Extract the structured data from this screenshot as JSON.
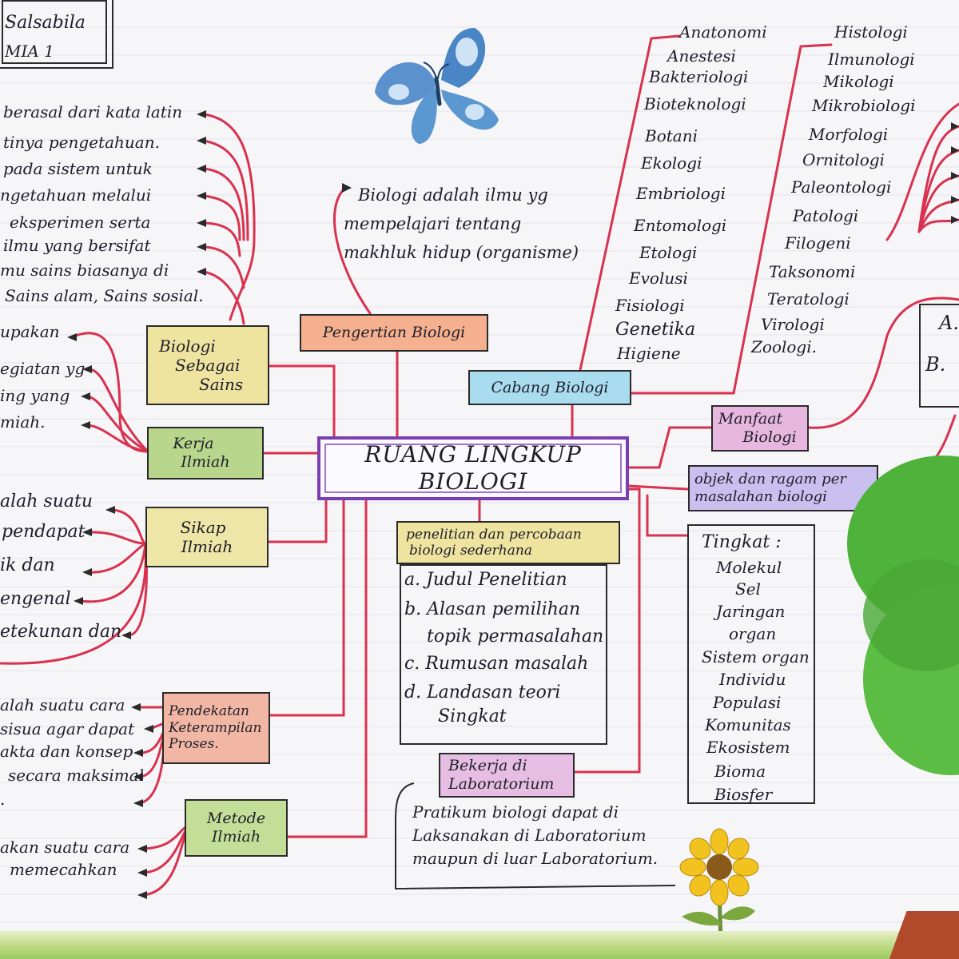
{
  "student": {
    "name": "Salsabila",
    "class": "MIA 1"
  },
  "central_title": "RUANG LINGKUP BIOLOGI",
  "pengertian": {
    "title": "Pengertian Biologi",
    "lines": [
      "Biologi adalah ilmu yg",
      "mempelajari tentang",
      "makhluk hidup (organisme)"
    ]
  },
  "cabang": {
    "title": "Cabang Biologi",
    "column_1": [
      "Anatonomi",
      "Anestesi",
      "Bakteriologi",
      "Bioteknologi",
      "Botani",
      "Ekologi",
      "Embriologi",
      "Entomologi",
      "Etologi",
      "Evolusi",
      "Fisiologi",
      "Genetika",
      "Higiene"
    ],
    "column_2": [
      "Histologi",
      "Ilmunologi",
      "Mikologi",
      "Mikrobiologi",
      "Morfologi",
      "Ornitologi",
      "Paleontologi",
      "Patologi",
      "Filogeni",
      "Taksonomi",
      "Teratologi",
      "Virologi",
      "Zoologi."
    ]
  },
  "sains": {
    "title": [
      "Biologi",
      "Sebagai",
      "Sains"
    ],
    "lines": [
      "berasal dari kata latin",
      "tinya pengetahuan.",
      "pada sistem untuk",
      "ngetahuan melalui",
      "eksperimen serta",
      "ilmu yang bersifat",
      "mu sains biasanya di",
      "Sains alam, Sains sosial."
    ]
  },
  "kerja": {
    "title": [
      "Kerja",
      "Ilmiah"
    ],
    "lines": [
      "upakan",
      "egiatan yg",
      "ing yang",
      "miah."
    ]
  },
  "sikap": {
    "title": [
      "Sikap",
      "Ilmiah"
    ],
    "lines": [
      "alah suatu",
      "pendapat",
      "ik dan",
      "engenal",
      "etekunan dan"
    ]
  },
  "pendekatan": {
    "title": [
      "Pendekatan",
      "Keterampilan",
      "Proses."
    ],
    "lines": [
      "alah suatu cara",
      "sisua agar dapat",
      "akta dan konsep",
      "secara maksimal",
      "."
    ]
  },
  "metode": {
    "title": [
      "Metode",
      "Ilmiah"
    ],
    "lines": [
      "akan suatu cara",
      "memecahkan"
    ]
  },
  "penelitian": {
    "title": [
      "penelitian dan percobaan",
      "biologi sederhana"
    ],
    "items": [
      "a. Judul Penelitian",
      "b. Alasan pemilihan",
      "topik permasalahan",
      "c. Rumusan masalah",
      "d. Landasan teori",
      "Singkat"
    ]
  },
  "laboratorium": {
    "title": [
      "Bekerja di",
      "Laboratorium"
    ],
    "lines": [
      "Pratikum biologi dapat di",
      "Laksanakan di Laboratorium",
      "maupun di luar Laboratorium."
    ]
  },
  "manfaat": {
    "title": [
      "Manfaat",
      "Biologi"
    ],
    "points": [
      "A.",
      "B."
    ]
  },
  "objek": {
    "title": [
      "objek dan ragam per",
      "masalahan biologi"
    ],
    "tingkat_label": "Tingkat :",
    "tingkat": [
      "Molekul",
      "Sel",
      "Jaringan",
      "organ",
      "Sistem organ",
      "Individu",
      "Populasi",
      "Komunitas",
      "Ekosistem",
      "Bioma",
      "Biosfer"
    ]
  },
  "colors": {
    "line": "#d8324f",
    "main_border": "#7b3fb0",
    "pengertian": "#f5b18f",
    "cabang": "#a9dcef",
    "sains": "#efe3a0",
    "kerja": "#b8d78c",
    "sikap": "#eee6a6",
    "pendekatan": "#f2b7a4",
    "metode": "#c3df97",
    "penelitian": "#efe3a0",
    "laboratorium": "#e6bde3",
    "manfaat": "#e7b7df",
    "objek": "#c9c0ef",
    "butterfly": "#4a86c6",
    "flower": "#f2c31e",
    "tree": "#4fb33b"
  }
}
